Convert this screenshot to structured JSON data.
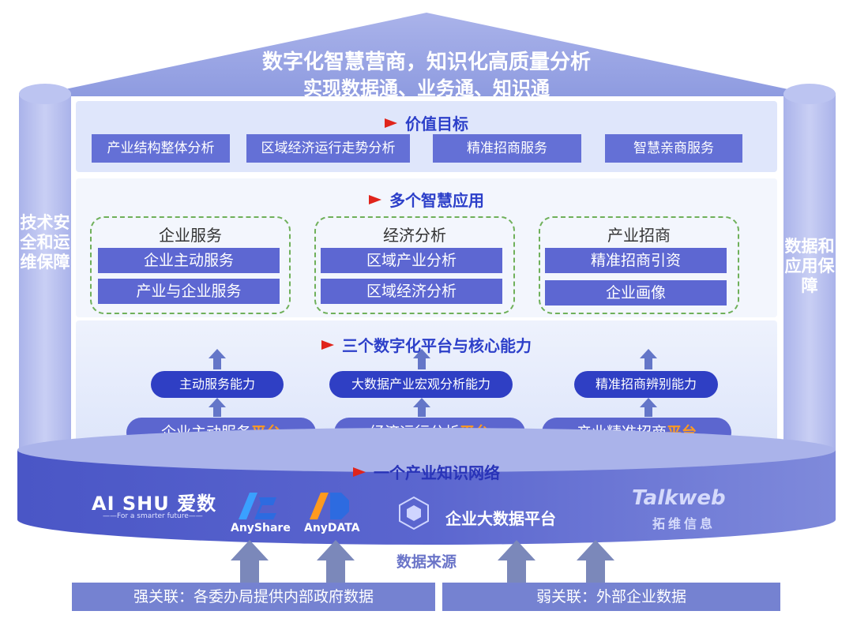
{
  "roof": {
    "line1": "数字化智慧营商，知识化高质量分析",
    "line2": "实现数据通、业务通、知识通"
  },
  "pillars": {
    "left": "技术安全和运维保障",
    "right": "数据和应用保障"
  },
  "value_goal": {
    "title": "价值目标",
    "items": [
      "产业结构整体分析",
      "区域经济运行走势分析",
      "精准招商服务",
      "智慧亲商服务"
    ]
  },
  "smart_apps": {
    "title": "多个智慧应用",
    "groups": [
      {
        "title": "企业服务",
        "items": [
          "企业主动服务",
          "产业与企业服务"
        ]
      },
      {
        "title": "经济分析",
        "items": [
          "区域产业分析",
          "区域经济分析"
        ]
      },
      {
        "title": "产业招商",
        "items": [
          "精准招商引资",
          "企业画像"
        ]
      }
    ]
  },
  "platforms": {
    "title": "三个数字化平台与核心能力",
    "capabilities": [
      "主动服务能力",
      "大数据产业宏观分析能力",
      "精准招商辨别能力"
    ],
    "items": [
      {
        "prefix": "企业主动服务",
        "highlight": "平台"
      },
      {
        "prefix": "经济运行分析",
        "highlight": "平台"
      },
      {
        "prefix": "产业精准招商",
        "highlight": "平台"
      }
    ]
  },
  "network": {
    "title": "一个产业知识网络",
    "aishu_logo": "AI SHU 爱数",
    "aishu_tagline": "For a smarter future",
    "anyshare": "AnyShare",
    "anydata": "AnyDATA",
    "bigdata_platform": "企业大数据平台",
    "talkweb_logo": "Talkweb",
    "talkweb_cn": "拓维信息"
  },
  "sources": {
    "title": "数据来源",
    "strong": "强关联：各委办局提供内部政府数据",
    "weak": "弱关联：外部企业数据"
  },
  "colors": {
    "primary": "#2c3fc9",
    "box": "#5d67d2",
    "highlight": "#ff9a1f",
    "flag": "#e0241b",
    "dashed": "#6fb05a"
  }
}
